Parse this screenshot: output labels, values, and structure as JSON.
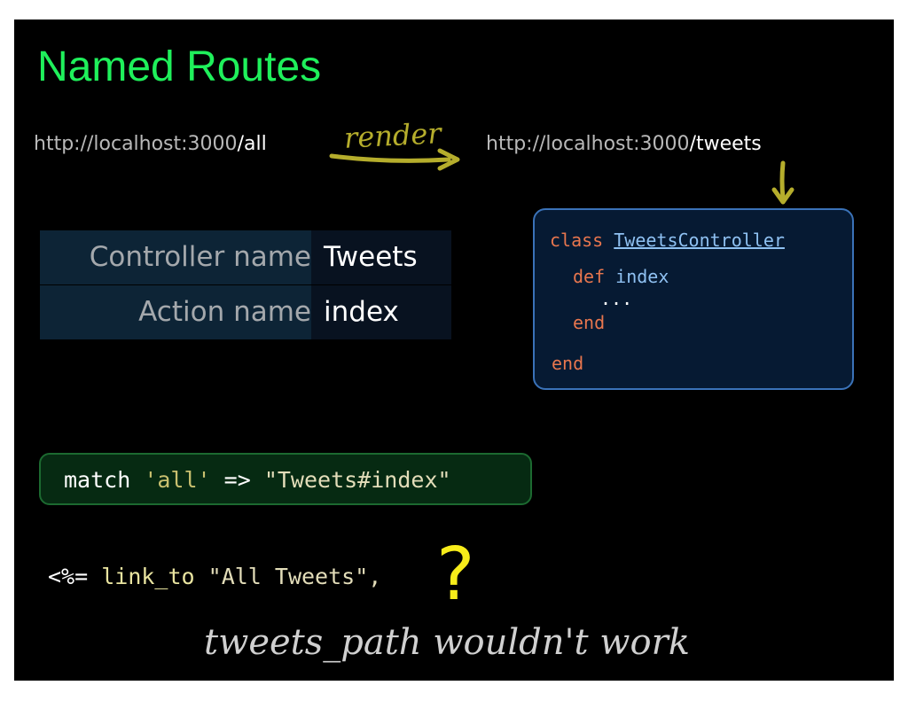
{
  "title": "Named Routes",
  "url_left": {
    "host": "http://localhost:3000",
    "path": "/all"
  },
  "render_label": "render",
  "url_right": {
    "host": "http://localhost:3000",
    "path": "/tweets"
  },
  "params_table": {
    "rows": [
      {
        "key": "Controller name",
        "value": "Tweets"
      },
      {
        "key": "Action name",
        "value": "index"
      }
    ]
  },
  "controller_code": {
    "class_kw": "class",
    "class_name": "TweetsController",
    "def_kw": "def",
    "method_name": "index",
    "ellipsis": "...",
    "end_inner": "end",
    "end_outer": "end"
  },
  "route_code": {
    "match_kw": "match",
    "path_str": "'all'",
    "arrow": "=>",
    "target_str": "\"Tweets#index\""
  },
  "erb_code": {
    "open": "<%=",
    "method": "link_to",
    "text_arg": "\"All Tweets\",",
    "missing": "?",
    "close": "%>"
  },
  "note": "tweets_path wouldn't work",
  "colors": {
    "title": "#1ff05b",
    "arrow": "#b5ad2c",
    "question": "#f7ec1a",
    "code_border": "#3a72b8",
    "match_border": "#1c6a30"
  }
}
